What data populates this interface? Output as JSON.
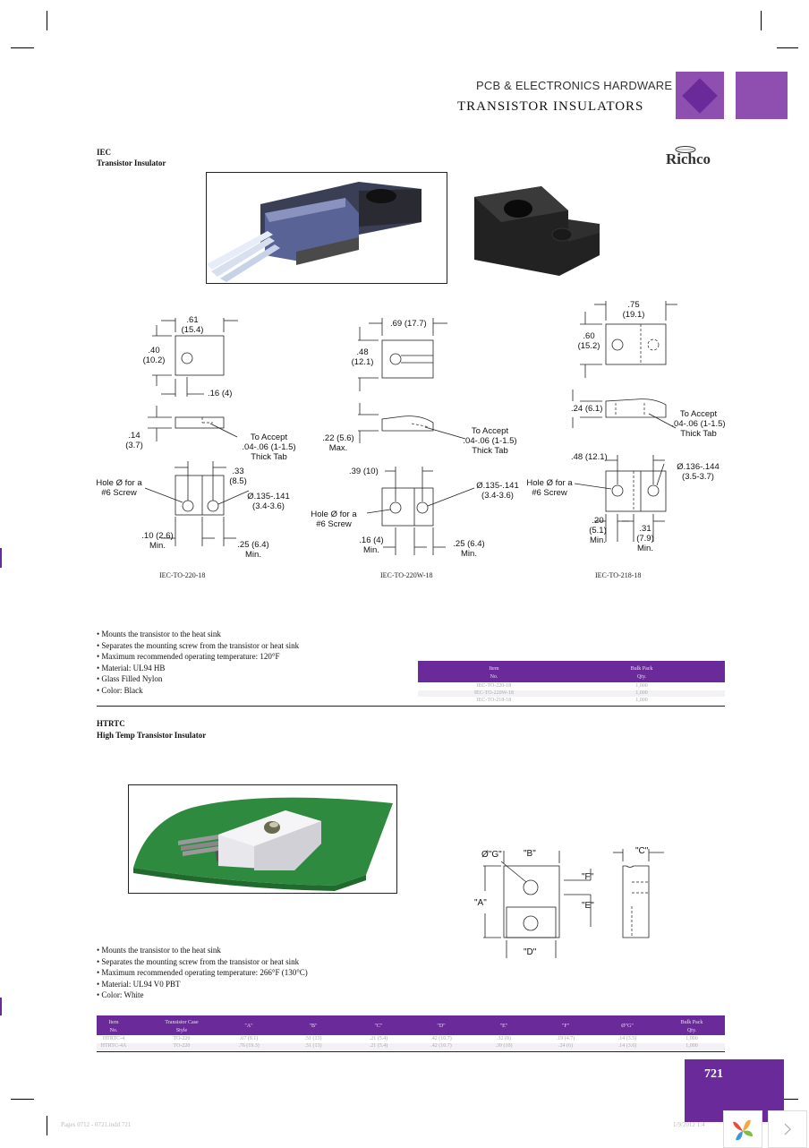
{
  "header": {
    "category": "PCB & ELECTRONICS HARDWARE",
    "title": "TRANSISTOR INSULATORS",
    "accent_color": "#8e4fb0"
  },
  "brand": {
    "logo_text": "Richco"
  },
  "section1": {
    "code": "IEC",
    "name": "Transistor Insulator",
    "diagrams": [
      {
        "part": "IEC-TO-220-18",
        "dims": {
          "width": ".61\n(15.4)",
          "height": ".40\n(10.2)",
          "offset": ".16 (4)",
          "thick": ".14\n(3.7)",
          "tab": "To Accept\n.04-.06 (1-1.5)\nThick Tab",
          "pitch": ".33\n(8.5)",
          "hole_note": "Hole Ø for a\n#6 Screw",
          "hole_dia": "Ø.135-.141\n(3.4-3.6)",
          "min1": ".10 (2.6)\nMin.",
          "min2": ".25 (6.4)\nMin."
        }
      },
      {
        "part": "IEC-TO-220W-18",
        "dims": {
          "width": ".69 (17.7)",
          "height": ".48\n(12.1)",
          "thick": ".22 (5.6)\nMax.",
          "tab": "To Accept\n.04-.06 (1-1.5)\nThick Tab",
          "pitch": ".39 (10)",
          "hole_dia": "Ø.135-.141\n(3.4-3.6)",
          "hole_note": "Hole Ø for a\n#6 Screw",
          "min1": ".16 (4)\nMin.",
          "min2": ".25 (6.4)\nMin."
        }
      },
      {
        "part": "IEC-TO-218-18",
        "dims": {
          "width": ".75\n(19.1)",
          "height": ".60\n(15.2)",
          "thick": ".24 (6.1)",
          "tab": "To Accept\n.04-.06 (1-1.5)\nThick Tab",
          "pitch": ".48 (12.1)",
          "hole_dia": "Ø.136-.144\n(3.5-3.7)",
          "hole_note": "Hole Ø for a\n#6 Screw",
          "min1": ".20\n(5.1)\nMin.",
          "min2": ".31\n(7.9)\nMin."
        }
      }
    ],
    "features": [
      "Mounts the transistor to the heat sink",
      "Separates the mounting screw from the transistor or heat sink",
      "Maximum recommended operating temperature: 120°F",
      "Material: UL94 HB",
      "Glass Filled Nylon",
      "Color: Black"
    ],
    "table": {
      "headers": [
        "Item\nNo.",
        "Bulk Pack\nQty."
      ],
      "rows": [
        [
          "IEC-TO-220-18",
          "1,000"
        ],
        [
          "IEC-TO-220W-18",
          "1,000"
        ],
        [
          "IEC-TO-218-18",
          "1,000"
        ]
      ]
    }
  },
  "section2": {
    "code": "HTRTC",
    "name": "High Temp Transistor Insulator",
    "diagram_labels": {
      "g": "Ø\"G\"",
      "b": "\"B\"",
      "c": "\"C\"",
      "f": "\"F\"",
      "a": "\"A\"",
      "e": "\"E\"",
      "d": "\"D\""
    },
    "features": [
      "Mounts the transistor to the heat sink",
      "Separates the mounting screw from the transistor or heat sink",
      "Maximum recommended operating temperature: 266°F (130°C)",
      "Material: UL94 V0 PBT",
      "Color: White"
    ],
    "table": {
      "headers": [
        "Item\nNo.",
        "Transistor Case\nStyle",
        "\"A\"",
        "\"B\"",
        "\"C\"",
        "\"D\"",
        "\"E\"",
        "\"F\"",
        "Ø\"G\"",
        "Bulk Pack\nQty."
      ],
      "rows": [
        [
          "HTRTC-4",
          "TO-220",
          ".67 (9.1)",
          ".51 (13)",
          ".21 (5.4)",
          ".42 (10.7)",
          ".32 (8)",
          ".19 (4.7)",
          ".14 (3.5)",
          "1,000"
        ],
        [
          "HTRTC-4A",
          "TO-220",
          ".76 (19.3)",
          ".51 (13)",
          ".21 (5.4)",
          ".42 (10.7)",
          ".39 (10)",
          ".24 (6)",
          ".14 (3.6)",
          "1,000"
        ]
      ]
    }
  },
  "page": {
    "number": "721",
    "footer_left": "Pages 0712 - 0721.indd   721",
    "footer_right": "1/9/2012  1:4"
  }
}
